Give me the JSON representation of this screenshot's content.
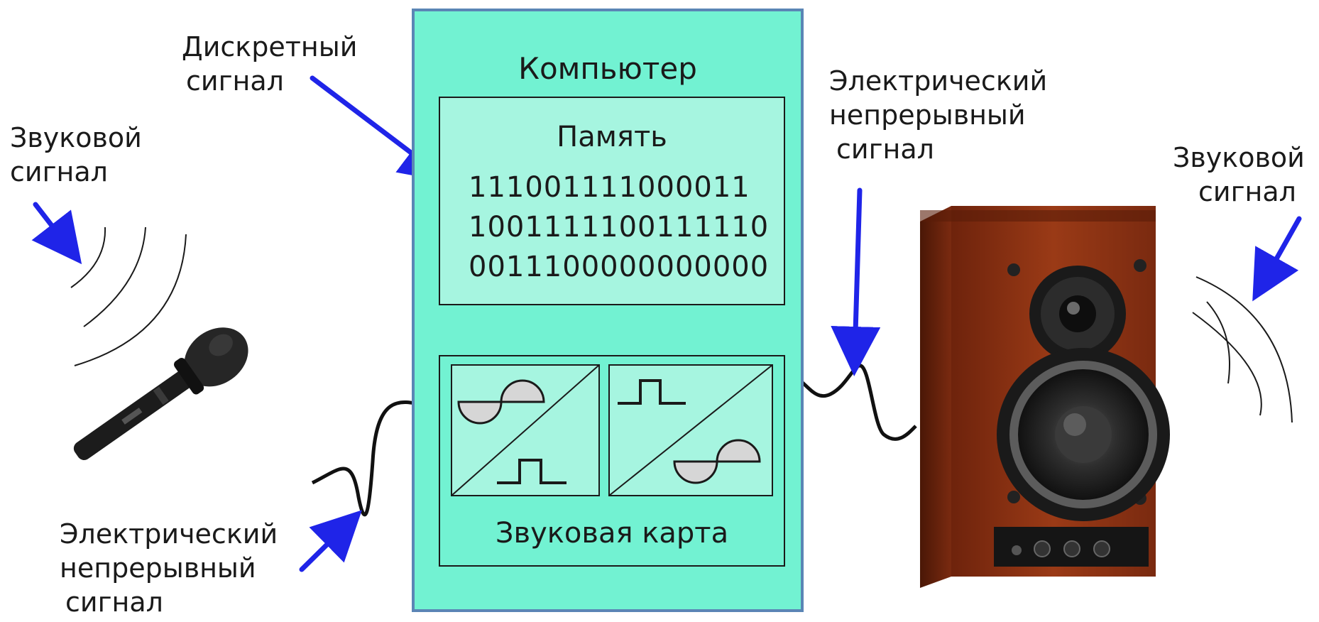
{
  "labels": {
    "discrete_signal": [
      "Дискретный",
      "сигнал"
    ],
    "sound_left": [
      "Звуковой",
      "сигнал"
    ],
    "electric_left": [
      "Электрический",
      "непрерывный",
      "сигнал"
    ],
    "electric_right": [
      "Электрический",
      "непрерывный",
      "сигнал"
    ],
    "sound_right": [
      "Звуковой",
      "сигнал"
    ]
  },
  "computer": {
    "title": "Компьютер",
    "memory": {
      "title": "Память",
      "bits": [
        "111001111000011",
        "1001111100111110",
        "0011100000000000"
      ]
    },
    "sound_card": {
      "title": "Звуковая карта"
    }
  },
  "colors": {
    "computer_fill": "#72f2d2",
    "computer_border": "#5b85b5",
    "memory_fill": "#a6f5e0",
    "arrow": "#1f24e8",
    "speaker_wood": "#8a2f12"
  },
  "icons": [
    "microphone-icon",
    "speaker-icon",
    "sound-wave-icon",
    "adc-icon",
    "dac-icon"
  ]
}
